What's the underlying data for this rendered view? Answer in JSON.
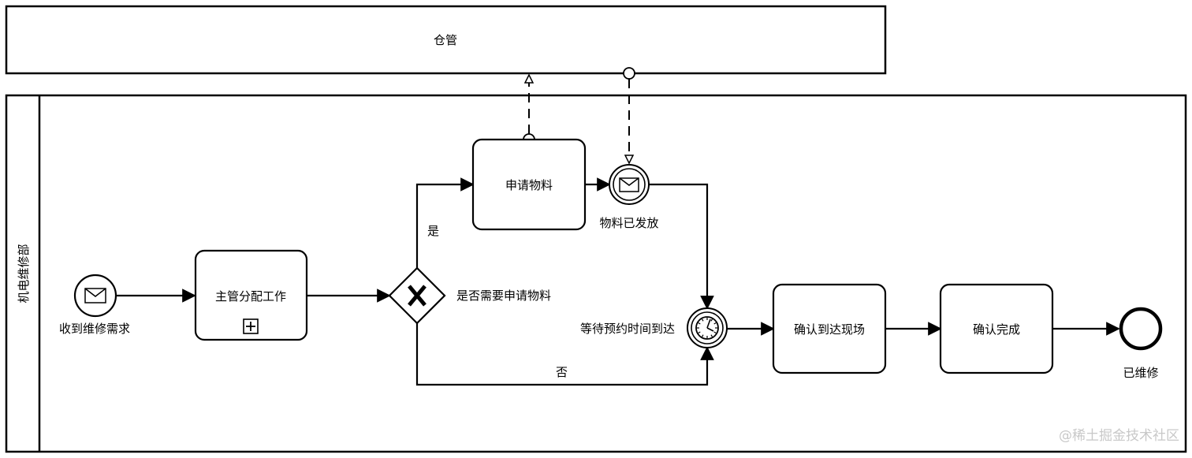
{
  "pools": {
    "warehouse": {
      "label": "仓管"
    },
    "maintenance": {
      "label": "机电维修部"
    }
  },
  "events": {
    "start": {
      "label": "收到维修需求",
      "icon": "envelope-icon"
    },
    "material_issued": {
      "label": "物料已发放",
      "icon": "envelope-icon"
    },
    "timer": {
      "label": "等待预约时间到达",
      "icon": "clock-icon"
    },
    "end": {
      "label": "已维修"
    }
  },
  "tasks": {
    "assign": {
      "label": "主管分配工作",
      "marker": "plus-icon"
    },
    "request_material": {
      "label": "申请物料"
    },
    "confirm_arrival": {
      "label": "确认到达现场"
    },
    "confirm_done": {
      "label": "确认完成"
    }
  },
  "gateway": {
    "label": "是否需要申请物料",
    "icon": "x-icon"
  },
  "flows": {
    "yes": "是",
    "no": "否"
  },
  "watermark": "@稀土掘金技术社区"
}
